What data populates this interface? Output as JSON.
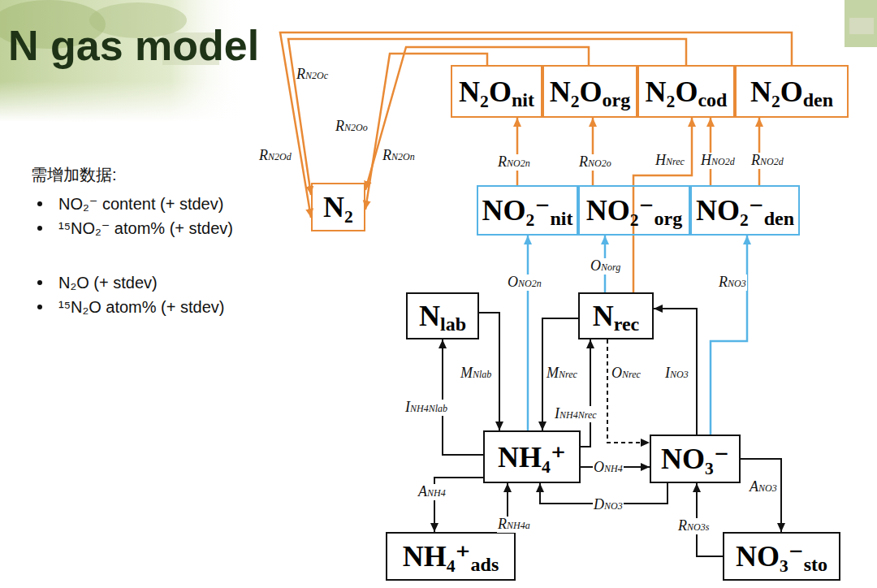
{
  "diagram": {
    "title": "N gas model",
    "nodes": [
      {
        "text": [
          "N₂O",
          "nit"
        ]
      },
      {
        "text": [
          "N₂O",
          "org"
        ]
      },
      {
        "text": [
          "N₂O",
          "cod"
        ]
      },
      {
        "text": [
          "N₂O",
          "den"
        ]
      },
      {
        "text": [
          "N₂"
        ]
      },
      {
        "text": [
          "NO₂⁻",
          "nit"
        ]
      },
      {
        "text": [
          "NO₂⁻",
          "org"
        ]
      },
      {
        "text": [
          "NO₂⁻",
          "den"
        ]
      },
      {
        "text": [
          "N",
          "lab"
        ]
      },
      {
        "text": [
          "N",
          "rec"
        ]
      },
      {
        "text": [
          "NH₄⁺"
        ]
      },
      {
        "text": [
          "NO₃⁻"
        ]
      },
      {
        "text": [
          "NH₄⁺",
          "ads"
        ]
      },
      {
        "text": [
          "NO₃⁻",
          "sto"
        ]
      }
    ],
    "edges": [
      {
        "from": 5,
        "to": 0,
        "label": "RNO2n",
        "arrow": "to"
      },
      {
        "from": 6,
        "to": 1,
        "label": "RNO2o",
        "arrow": "to"
      },
      {
        "from": 9,
        "to": 2,
        "label": "HNrec",
        "arrow": "to"
      },
      {
        "from": 7,
        "to": 2,
        "label": "HNO2d",
        "arrow": "to"
      },
      {
        "from": 7,
        "to": 3,
        "label": "RNO2d",
        "arrow": "to"
      },
      {
        "from": 2,
        "to": 4,
        "label": "RN2Oc",
        "arrow": "to"
      },
      {
        "from": 3,
        "to": 4,
        "label": "RN2Od",
        "arrow": "to"
      },
      {
        "from": 1,
        "to": 4,
        "label": "RN2Oo",
        "arrow": "to"
      },
      {
        "from": 0,
        "to": 4,
        "label": "RN2On",
        "arrow": "to"
      },
      {
        "from": 10,
        "to": 5,
        "label": "ONO2n",
        "arrow": "to"
      },
      {
        "from": 9,
        "to": 6,
        "label": "ONorg",
        "arrow": "to"
      },
      {
        "from": 11,
        "to": 7,
        "label": "RNO3",
        "arrow": "to"
      },
      {
        "from": 10,
        "to": 8,
        "label": "INH4Nlab",
        "arrow": "to"
      },
      {
        "from": 8,
        "to": 10,
        "label": "MNlab",
        "arrow": "to"
      },
      {
        "from": 9,
        "to": 10,
        "label": "MNrec",
        "arrow": "to"
      },
      {
        "from": 10,
        "to": 9,
        "label": "INH4Nrec",
        "arrow": "to"
      },
      {
        "from": 9,
        "to": 11,
        "label": "ONrec",
        "arrow": "to"
      },
      {
        "from": 11,
        "to": 9,
        "label": "INO3",
        "arrow": "to"
      },
      {
        "from": 10,
        "to": 11,
        "label": "ONH4",
        "arrow": "to"
      },
      {
        "from": 11,
        "to": 10,
        "label": "DNO3",
        "arrow": "to"
      },
      {
        "from": 10,
        "to": 12,
        "label": "ANH4",
        "arrow": "to"
      },
      {
        "from": 12,
        "to": 10,
        "label": "RNH4a",
        "arrow": "to"
      },
      {
        "from": 11,
        "to": 13,
        "label": "ANO3",
        "arrow": "to"
      },
      {
        "from": 13,
        "to": 11,
        "label": "RNO3s",
        "arrow": "to"
      }
    ],
    "labels": [
      "需增加数据:",
      "NO₂⁻ content (+ stdev)",
      "¹⁵NO₂⁻ atom% (+ stdev)",
      "N₂O (+ stdev)",
      "¹⁵N₂O atom% (+ stdev)"
    ]
  }
}
